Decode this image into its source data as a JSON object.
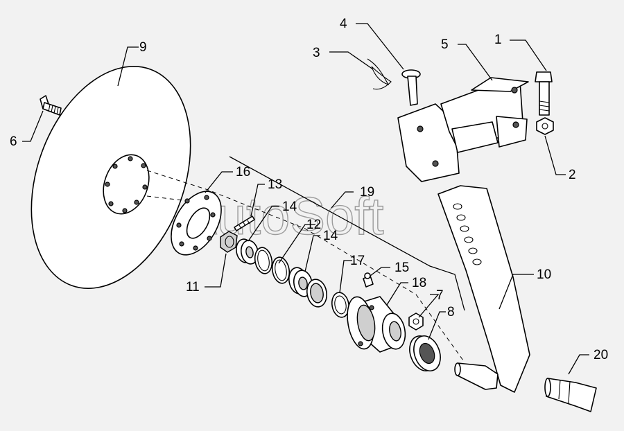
{
  "watermark": "AutoSoft",
  "callouts": {
    "c1": "1",
    "c2": "2",
    "c3": "3",
    "c4": "4",
    "c5": "5",
    "c6": "6",
    "c7": "7",
    "c8": "8",
    "c9": "9",
    "c10": "10",
    "c11": "11",
    "c12": "12",
    "c13": "13",
    "c14a": "14",
    "c14b": "14",
    "c15": "15",
    "c16": "16",
    "c17": "17",
    "c18": "18",
    "c19": "19",
    "c20": "20"
  }
}
